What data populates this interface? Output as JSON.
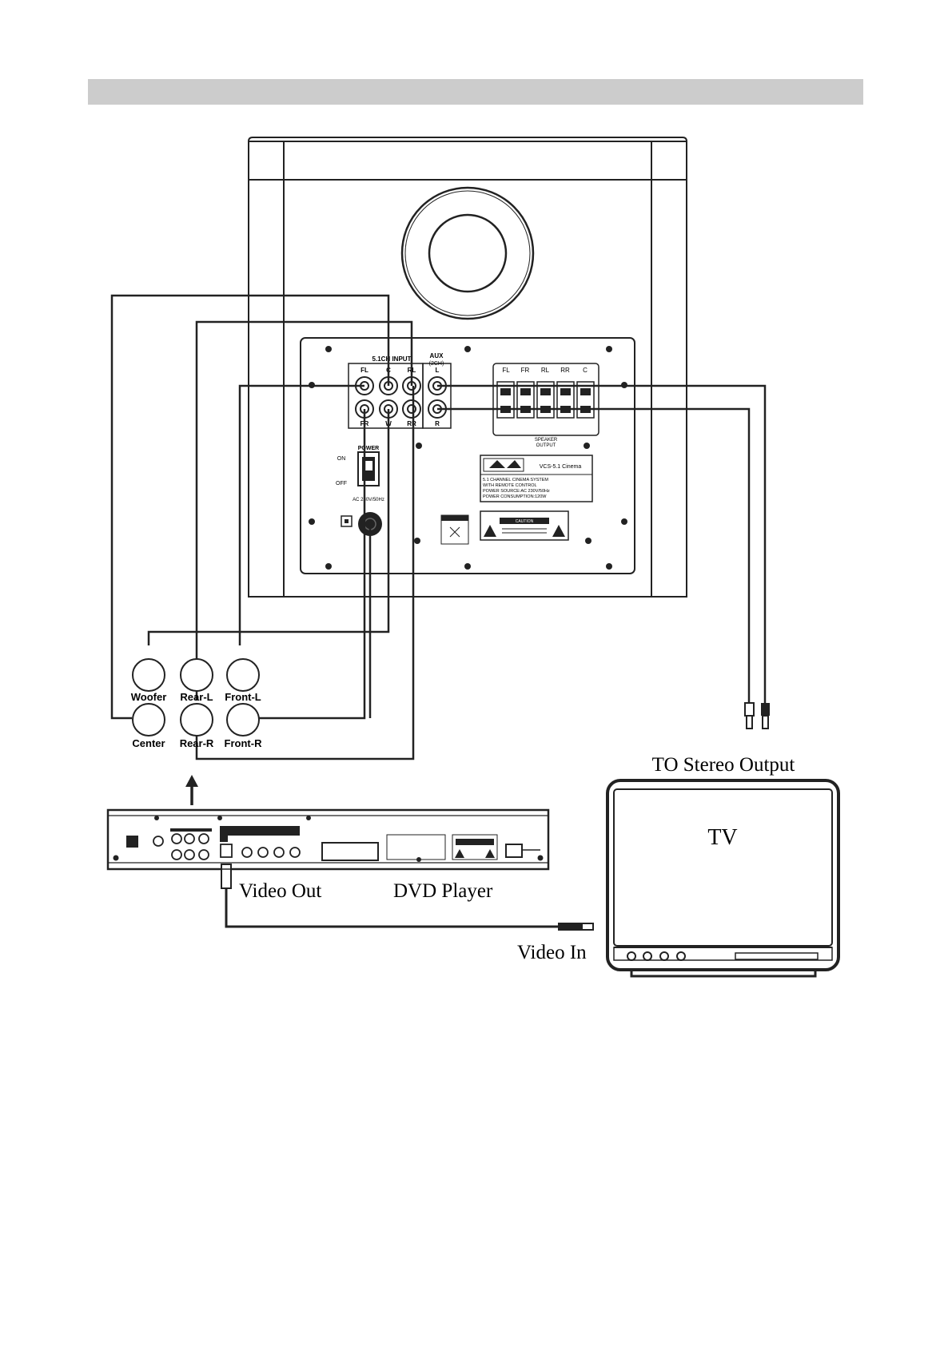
{
  "header_bar": {
    "color": "#cccccc"
  },
  "subwoofer": {
    "panel": {
      "input_51ch": "5.1CH INPUT",
      "aux_label": "AUX",
      "aux_sub": "(2CH)",
      "jacks_top": [
        "FL",
        "C",
        "RL"
      ],
      "jacks_bottom": [
        "FR",
        "W",
        "RR"
      ],
      "aux_top": "L",
      "aux_bottom": "R",
      "speaker_channels": [
        "FL",
        "FR",
        "RL",
        "RR",
        "C"
      ],
      "speaker_output_line1": "SPEAKER",
      "speaker_output_line2": "OUTPUT",
      "power": "POWER",
      "on": "ON",
      "off": "OFF",
      "ac": "AC 230V/50Hz",
      "model": "VCS-5.1 Cinema",
      "spec_lines": [
        "5.1 CHANNEL CINEMA SYSTEM",
        "WITH REMOTE CONTROL",
        "POWER SOURCE:AC 230V/50Hz",
        "POWER CONSUMPTION:120W"
      ],
      "caution": "CAUTION"
    }
  },
  "cable_labels": {
    "woofer": "Woofer",
    "rear_l": "Rear-L",
    "front_l": "Front-L",
    "center": "Center",
    "rear_r": "Rear-R",
    "front_r": "Front-R"
  },
  "labels": {
    "stereo_output": "TO Stereo Output",
    "tv": "TV",
    "video_out": "Video Out",
    "dvd_player": "DVD Player",
    "video_in": "Video In"
  }
}
